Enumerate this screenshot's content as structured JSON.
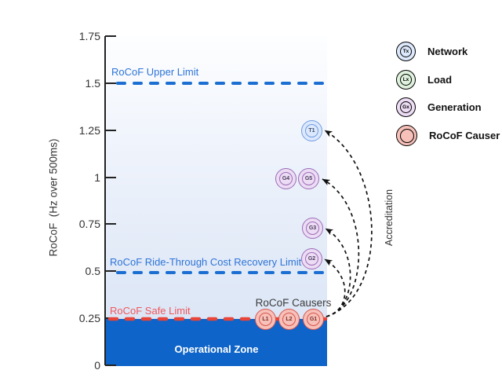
{
  "chart_data": {
    "type": "scatter",
    "title": "",
    "xlabel": "",
    "ylabel": "RoCoF  (Hz over 500ms)",
    "ylim": [
      0,
      1.75
    ],
    "yticks": [
      "1.75",
      "1.5",
      "1.25",
      "1",
      "0.75",
      "0.5",
      "0.25",
      "0"
    ],
    "grid": false,
    "limit_lines": [
      {
        "label": "RoCoF Upper Limit",
        "value": 1.5,
        "color": "#1b6ed2",
        "style": "dashed"
      },
      {
        "label": "RoCoF Ride-Through Cost Recovery Limit",
        "value": 0.5,
        "color": "#1b6ed2",
        "style": "dashed"
      },
      {
        "label": "RoCoF Safe Limit",
        "value": 0.25,
        "color": "#e8443a",
        "style": "dashed"
      }
    ],
    "zones": [
      {
        "label": "Operational Zone",
        "from": 0,
        "to": 0.25,
        "color": "#0e64c8"
      }
    ],
    "points": [
      {
        "id": "T1",
        "category": "network",
        "value": 1.25
      },
      {
        "id": "G4",
        "category": "generation",
        "value": 1.0
      },
      {
        "id": "G5",
        "category": "generation",
        "value": 1.0
      },
      {
        "id": "G3",
        "category": "generation",
        "value": 0.73
      },
      {
        "id": "G2",
        "category": "generation",
        "value": 0.57
      },
      {
        "id": "L1",
        "category": "rocof-causer",
        "value": 0.25
      },
      {
        "id": "L2",
        "category": "rocof-causer",
        "value": 0.25
      },
      {
        "id": "G1",
        "category": "rocof-causer",
        "value": 0.25
      }
    ],
    "annotations": [
      {
        "label": "RoCoF Causers"
      },
      {
        "label": "Accreditation"
      }
    ],
    "accreditation_arrows": {
      "from": "G1",
      "to": [
        "G2",
        "G3",
        "G5",
        "T1"
      ],
      "style": "dashed-curved"
    },
    "legend": {
      "position": "right",
      "entries": [
        {
          "symbol": "Tx",
          "label": "Network",
          "border": "#6f9be4",
          "fill": "#dce8fb"
        },
        {
          "symbol": "Lx",
          "label": "Load",
          "border": "#7cc47a",
          "fill": "#def2dd"
        },
        {
          "symbol": "Gx",
          "label": "Generation",
          "border": "#9b6cb8",
          "fill": "#ecdcf4"
        },
        {
          "symbol": "",
          "label": "RoCoF Causer",
          "border": "#d6554d",
          "fill": "#f7c0b8"
        }
      ]
    },
    "colors": {
      "axis": "#222222",
      "limit_blue": "#1b6ed2",
      "limit_red": "#e8443a",
      "operational_zone": "#0e64c8",
      "arrow": "#111111"
    }
  }
}
